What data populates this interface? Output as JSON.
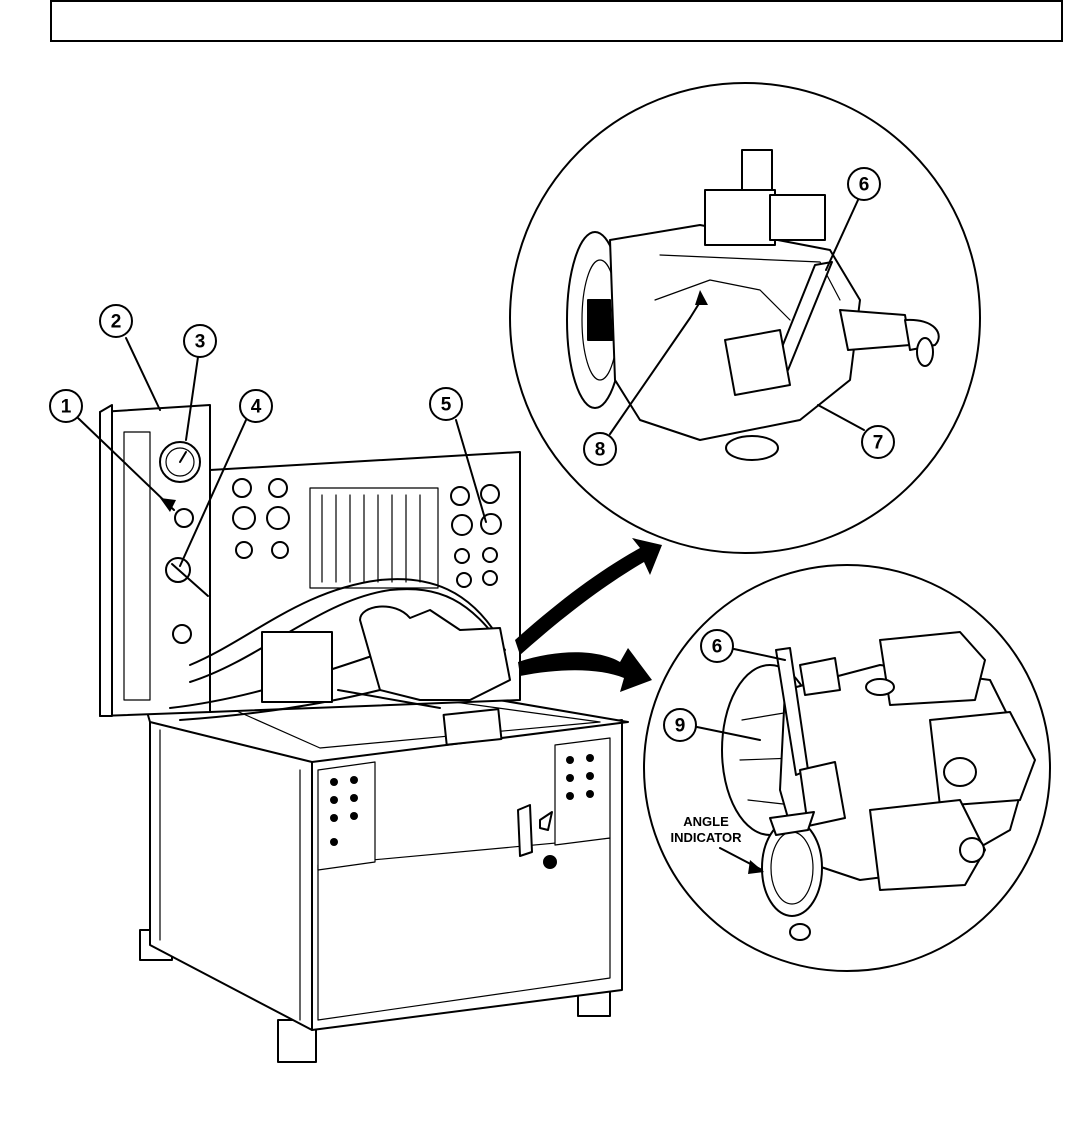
{
  "header": {
    "text": ""
  },
  "callouts": [
    {
      "id": "c1",
      "number": "1"
    },
    {
      "id": "c2",
      "number": "2"
    },
    {
      "id": "c3",
      "number": "3"
    },
    {
      "id": "c4",
      "number": "4"
    },
    {
      "id": "c5",
      "number": "5"
    },
    {
      "id": "c6a",
      "number": "6"
    },
    {
      "id": "c7",
      "number": "7"
    },
    {
      "id": "c8",
      "number": "8"
    },
    {
      "id": "c6b",
      "number": "6"
    },
    {
      "id": "c9",
      "number": "9"
    }
  ],
  "annotations": {
    "angle_indicator_line1": "ANGLE",
    "angle_indicator_line2": "INDICATOR"
  }
}
